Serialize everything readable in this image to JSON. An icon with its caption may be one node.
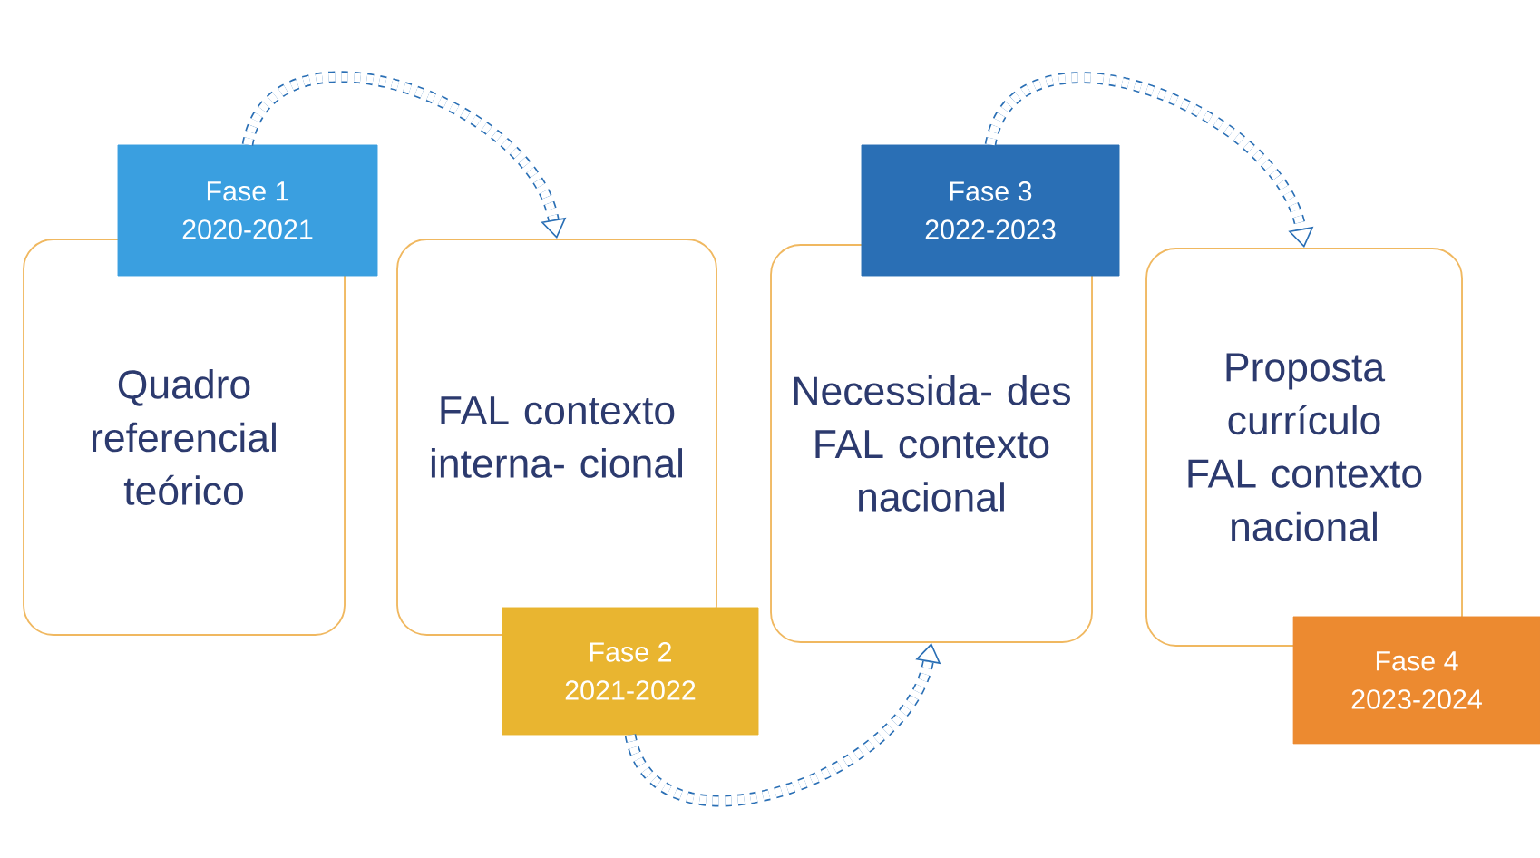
{
  "diagram": {
    "nodes": [
      {
        "text": [
          "Fase 1",
          "2020-2021"
        ]
      },
      {
        "text": [
          "Quadro referencial teórico"
        ]
      },
      {
        "text": [
          "FAL contexto interna- cional"
        ]
      },
      {
        "text": [
          "Fase 2",
          "2021-2022"
        ]
      },
      {
        "text": [
          "Fase 3",
          "2022-2023"
        ]
      },
      {
        "text": [
          "Necessida- des FAL contexto nacional"
        ]
      },
      {
        "text": [
          "Proposta currículo FAL contexto nacional"
        ]
      },
      {
        "text": [
          "Fase 4",
          "2023-2024"
        ]
      }
    ],
    "edges": [
      {
        "from": 0,
        "to": 2,
        "arrow": "to",
        "style": "dashed"
      },
      {
        "from": 3,
        "to": 5,
        "arrow": "to",
        "style": "dashed"
      },
      {
        "from": 4,
        "to": 6,
        "arrow": "to",
        "style": "dashed"
      }
    ]
  }
}
